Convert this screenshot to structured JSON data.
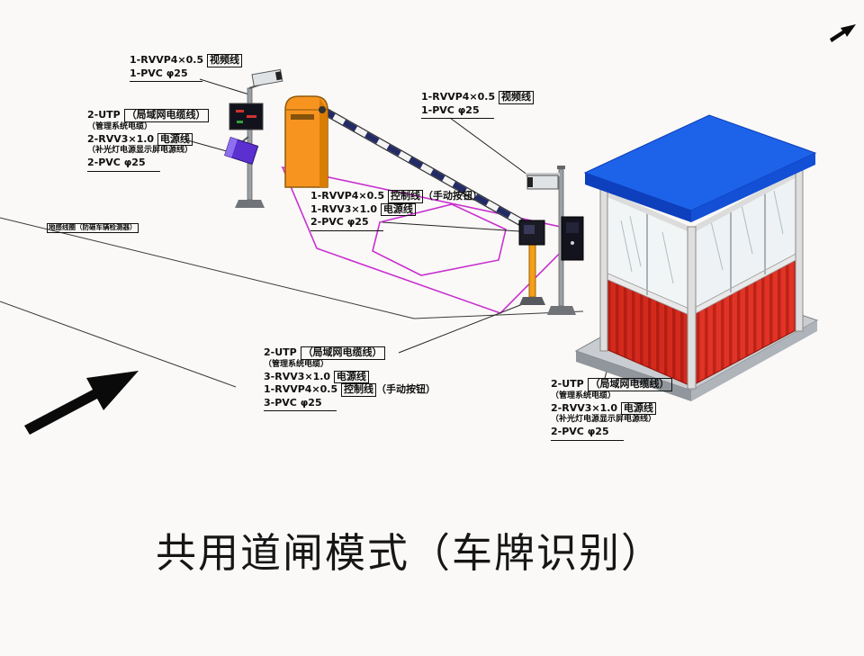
{
  "title": "共用道闸模式（车牌识别）",
  "colors": {
    "roof_blue": "#1d63ea",
    "wall_red": "#d42a1e",
    "machine_orange": "#f79420",
    "zone_magenta": "#c92fd0",
    "light_purple": "#5b2fd0"
  },
  "labels": {
    "cam1": {
      "line1_pre": "1-RVVP4×0.5",
      "line1_box": "视频线",
      "line2": "1-PVC φ25"
    },
    "pole1": {
      "line1_pre": "2-UTP",
      "line1_box": "（局域网电缆线）",
      "line2": "（管理系统电缆）",
      "line3_pre": "2-RVV3×1.0",
      "line3_box": "电源线",
      "line4": "（补光灯电源显示屏电源线）",
      "line5": "2-PVC φ25"
    },
    "cam2": {
      "line1_pre": "1-RVVP4×0.5",
      "line1_box": "视频线",
      "line2": "1-PVC φ25"
    },
    "barrier": {
      "line1_pre": "1-RVVP4×0.5",
      "line1_box": "控制线",
      "line1_suf": "（手动按钮）",
      "line2_pre": "1-RVV3×1.0",
      "line2_box": "电源线",
      "line3": "2-PVC φ25"
    },
    "lane": {
      "line1_pre": "2-UTP",
      "line1_box": "（局域网电缆线）",
      "line2": "（管理系统电缆）",
      "line3_pre": "3-RVV3×1.0",
      "line3_box": "电源线",
      "line4_pre": "1-RVVP4×0.5",
      "line4_box": "控制线",
      "line4_suf": "（手动按钮）",
      "line5": "3-PVC φ25"
    },
    "booth": {
      "line1_pre": "2-UTP",
      "line1_box": "（局域网电缆线）",
      "line2": "（管理系统电缆）",
      "line3_pre": "2-RVV3×1.0",
      "line3_box": "电源线",
      "line4": "（补光灯电源显示屏电源线）",
      "line5": "2-PVC φ25"
    },
    "loop": "地感线圈（防砸车辆检测器）"
  }
}
